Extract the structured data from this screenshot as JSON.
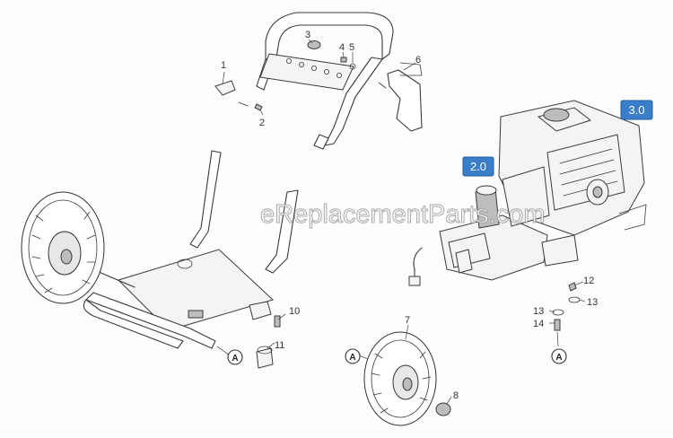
{
  "diagram": {
    "part_numbers": [
      "1",
      "2",
      "3",
      "4",
      "5",
      "6",
      "7",
      "8",
      "10",
      "11",
      "12",
      "13",
      "13",
      "14"
    ],
    "callout_letter": "A",
    "assembly_badges": [
      "2.0",
      "3.0"
    ],
    "watermark": "eReplacementParts.com",
    "colors": {
      "badge_fill": "#3a7dc9",
      "line": "#3a3a3a",
      "background": "#fdfdfd"
    }
  }
}
